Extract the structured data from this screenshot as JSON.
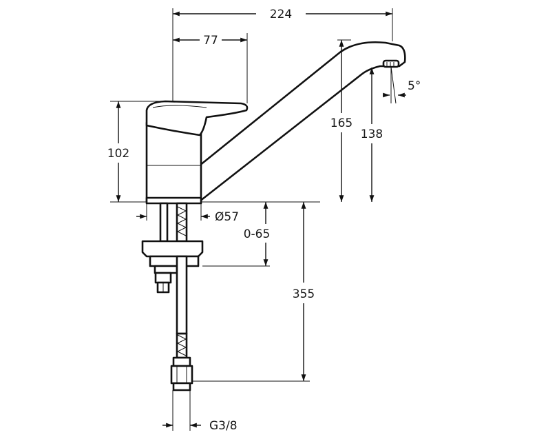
{
  "dimensions": {
    "overall_width": "224",
    "lever_width": "77",
    "body_height": "102",
    "spout_height": "165",
    "outlet_height": "138",
    "outlet_angle": "5°",
    "base_diameter": "Ø57",
    "deck_thickness": "0-65",
    "hose_length": "355",
    "thread": "G3/8"
  },
  "colors": {
    "ink": "#111111",
    "background": "#ffffff"
  }
}
